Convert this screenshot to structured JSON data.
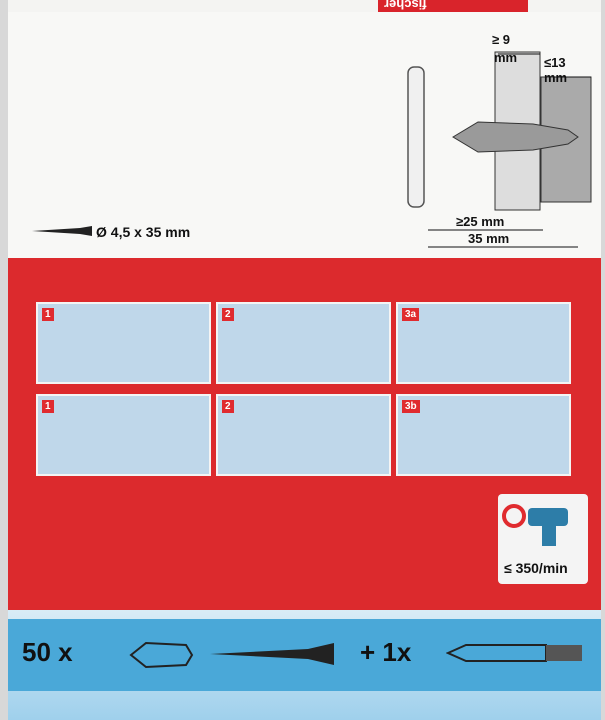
{
  "header": {
    "logo_text": "fischer"
  },
  "dimensions": {
    "min_depth_top": "≥ 9",
    "min_depth_unit": "mm",
    "max_thickness": "≤13",
    "max_thickness_unit": "mm",
    "min_embed": "≥25 mm",
    "total_length": "35 mm"
  },
  "screw": {
    "label": "Ø 4,5 x 35 mm"
  },
  "steps": [
    {
      "label": "1"
    },
    {
      "label": "2"
    },
    {
      "label": "3a"
    },
    {
      "label": "1"
    },
    {
      "label": "2"
    },
    {
      "label": "3b"
    }
  ],
  "speed": {
    "label": "≤ 350/min"
  },
  "contents": {
    "anchors": "50 x",
    "bits": "+ 1x"
  },
  "colors": {
    "brand_red": "#dc2a2d",
    "band_blue": "#4aa8d8"
  }
}
